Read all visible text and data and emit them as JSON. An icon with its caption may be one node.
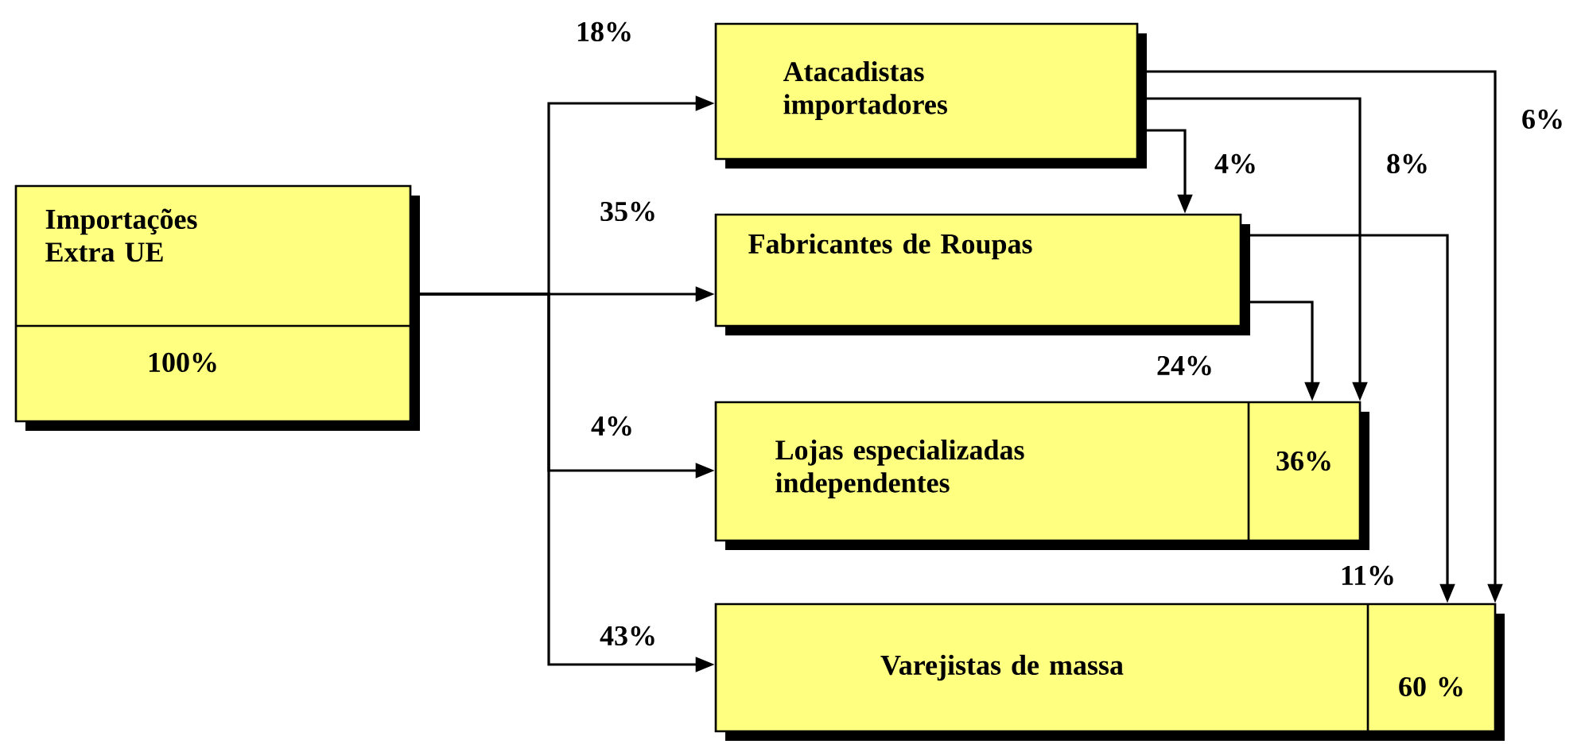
{
  "diagram": {
    "nodes": [
      {
        "text": [
          "Importações Extra UE",
          "100%"
        ]
      },
      {
        "text": [
          "Atacadistas importadores"
        ]
      },
      {
        "text": [
          "Fabricantes de Roupas"
        ]
      },
      {
        "text": [
          "Lojas especializadas independentes",
          "36%"
        ]
      },
      {
        "text": [
          "Varejistas de massa",
          "60 %"
        ]
      }
    ],
    "edges": [
      {
        "from": 0,
        "to": 1,
        "arrow": "to",
        "label": "18%"
      },
      {
        "from": 0,
        "to": 2,
        "arrow": "to",
        "label": "35%"
      },
      {
        "from": 0,
        "to": 3,
        "arrow": "to",
        "label": "4%"
      },
      {
        "from": 0,
        "to": 4,
        "arrow": "to",
        "label": "43%"
      },
      {
        "from": 1,
        "to": 2,
        "arrow": "to",
        "label": "4%"
      },
      {
        "from": 1,
        "to": 3,
        "arrow": "to",
        "label": "8%"
      },
      {
        "from": 1,
        "to": 4,
        "arrow": "to",
        "label": "6%"
      },
      {
        "from": 2,
        "to": 3,
        "arrow": "to",
        "label": "24%"
      },
      {
        "from": 2,
        "to": 4,
        "arrow": "to",
        "label": "11%"
      }
    ]
  }
}
